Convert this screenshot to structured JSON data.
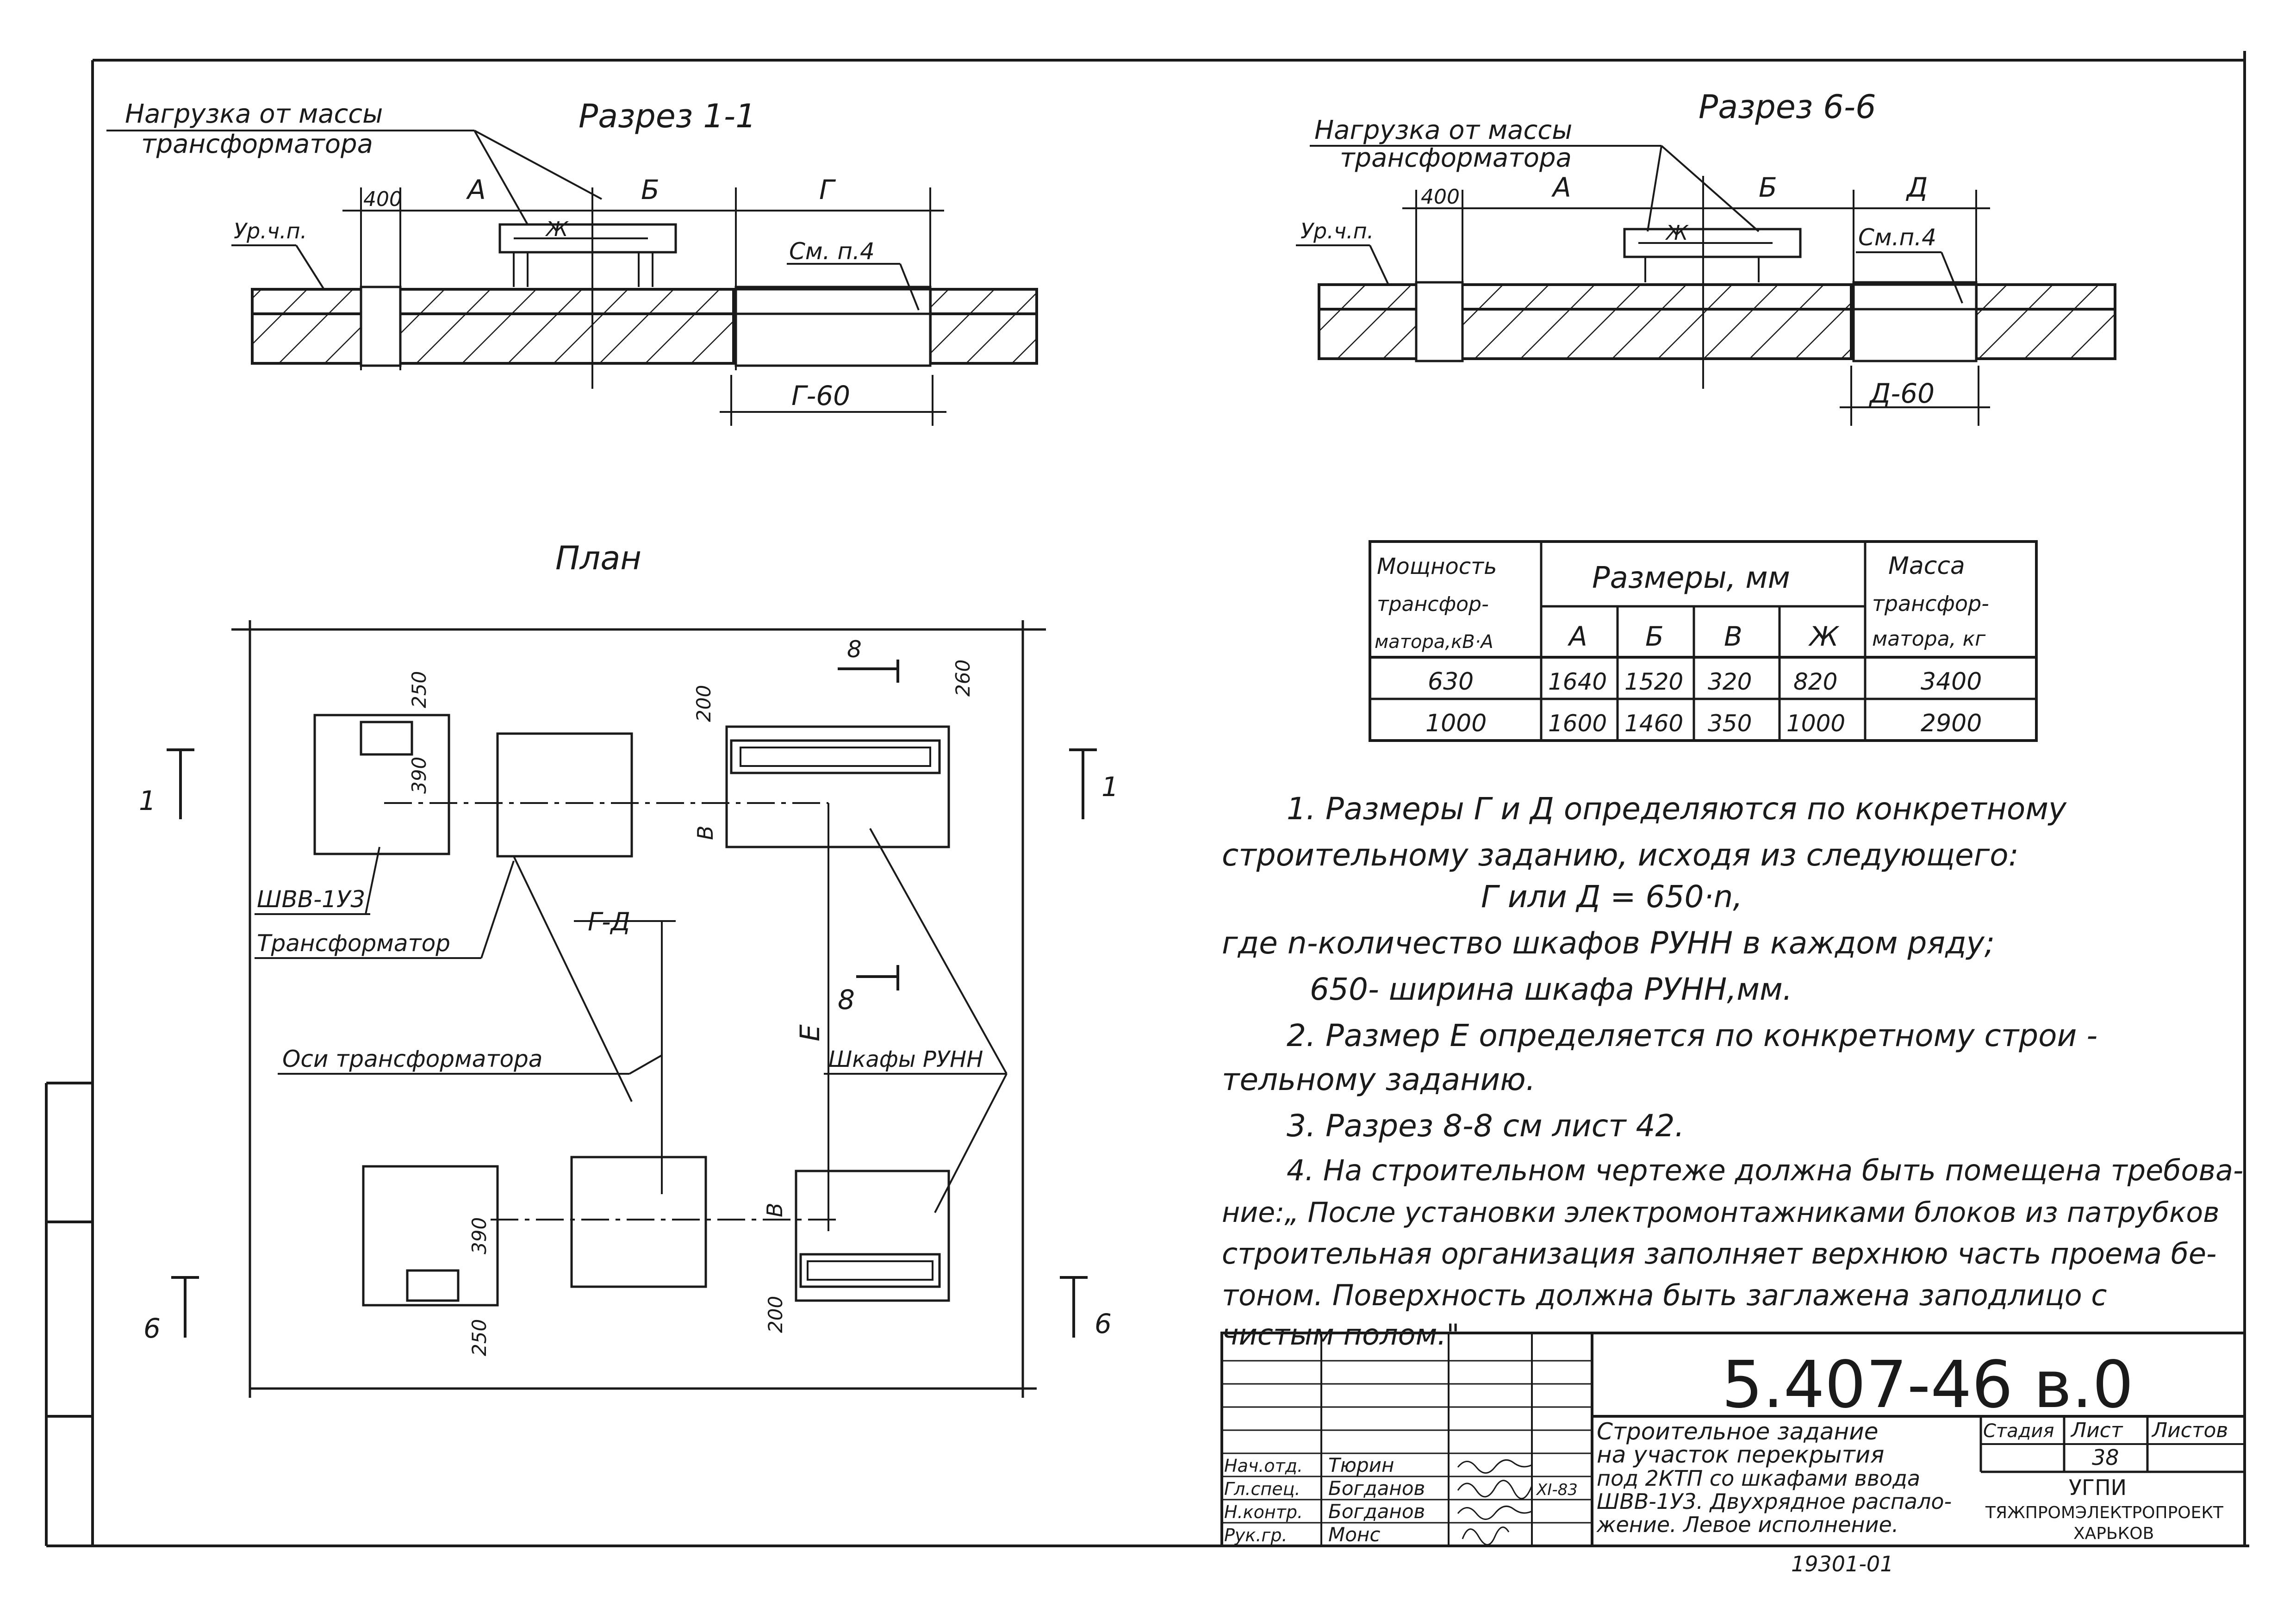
{
  "section_1_1": {
    "title": "Разрез 1-1",
    "load_label_1": "Нагрузка от массы",
    "load_label_2": "трансформатора",
    "floor_level": "Ур.ч.п.",
    "dim_400": "400",
    "dim_a": "А",
    "dim_b": "Б",
    "dim_g": "Г",
    "dim_zh": "Ж",
    "note_ref": "См. п.4",
    "dim_g60": "Г-60"
  },
  "section_6_6": {
    "title": "Разрез 6-6",
    "load_label_1": "Нагрузка от массы",
    "load_label_2": "трансформатора",
    "floor_level": "Ур.ч.п.",
    "dim_400": "400",
    "dim_a": "А",
    "dim_b": "Б",
    "dim_d": "Д",
    "dim_zh": "Ж",
    "note_ref": "См.п.4",
    "dim_d60": "Д-60"
  },
  "plan": {
    "title": "План",
    "cut_1_left": "1",
    "cut_1_right": "1",
    "cut_6_left": "6",
    "cut_6_right": "6",
    "cut_8_top": "8",
    "cut_8_mid": "8",
    "dim_250_top": "250",
    "dim_390_top": "390",
    "dim_200_top": "200",
    "dim_260": "260",
    "dim_v_top": "В",
    "dim_g_d": "Г-Д",
    "dim_e": "Е",
    "dim_v_bottom": "В",
    "dim_390_bottom": "390",
    "dim_250_bottom": "250",
    "dim_200_bottom": "200",
    "label_shvv": "ШВВ-1У3",
    "label_transformer": "Трансформатор",
    "label_axes": "Оси трансформатора",
    "label_cabinets": "Шкафы РУНН"
  },
  "table": {
    "col_power": [
      "Мощность",
      "трансфор-",
      "матора,кВ·А"
    ],
    "col_sizes": "Размеры, мм",
    "col_mass": [
      "Масса",
      "трансфор-",
      "матора, кг"
    ],
    "sub_headers": [
      "А",
      "Б",
      "В",
      "Ж"
    ],
    "rows": [
      [
        "630",
        "1640",
        "1520",
        "320",
        "820",
        "3400"
      ],
      [
        "1000",
        "1600",
        "1460",
        "350",
        "1000",
        "2900"
      ]
    ]
  },
  "notes": [
    "1. Размеры Г и Д определяются по конкретному",
    "строительному заданию, исходя из следующего:",
    "Г или Д = 650·n,",
    "где n-количество шкафов РУНН в каждом ряду;",
    "650- ширина шкафа РУНН,мм.",
    "2. Размер Е определяется по конкретному строи -",
    "тельному заданию.",
    "3. Разрез 8-8 см лист 42.",
    "4. На строительном чертеже должна быть помещена требова-",
    "ние:„ После установки электромонтажниками блоков из патрубков",
    "строительная организация заполняет верхнюю часть проема бе-",
    "тоном. Поверхность должна быть заглажена заподлицо с",
    "чистым полом.\""
  ],
  "title_block": {
    "doc_number": "5.407-46 в.0",
    "desc_lines": [
      "Строительное задание",
      "на участок перекрытия",
      "под 2КТП со шкафами ввода",
      "ШВВ-1У3. Двухрядное распало-",
      "жение. Левое исполнение."
    ],
    "stage_label": "Стадия",
    "sheet_label": "Лист",
    "sheets_label": "Листов",
    "sheet_number": "38",
    "org_lines": [
      "УГПИ",
      "ТЯЖПРОМЭЛЕКТРОПРОЕКТ",
      "ХАРЬКОВ"
    ],
    "roles": [
      "Нач.отд.",
      "Гл.спец.",
      "Н.контр.",
      "Рук.гр."
    ],
    "names": [
      "Тюрин",
      "Богданов",
      "Богданов",
      "Монс"
    ],
    "date": "XI-83"
  },
  "bottom_code": "19301-01"
}
